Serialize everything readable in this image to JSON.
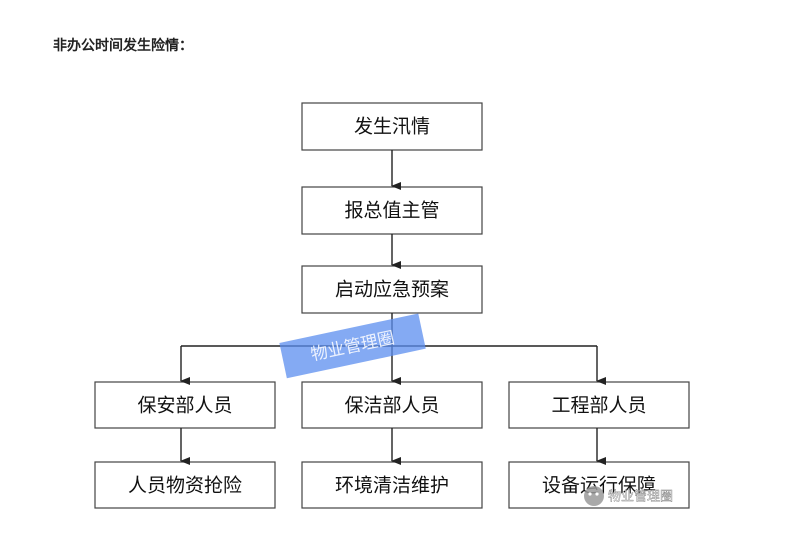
{
  "heading": "非办公时间发生险情：",
  "nodes": {
    "flood": "发生汛情",
    "report": "报总值主管",
    "plan": "启动应急预案",
    "security": "保安部人员",
    "cleaning": "保洁部人员",
    "engineering": "工程部人员",
    "rescue": "人员物资抢险",
    "environment": "环境清洁维护",
    "equipment": "设备运行保障"
  },
  "watermark": {
    "center_text": "物业管理圈",
    "corner_text": "物业管理圈",
    "center_color": "#5b8def"
  },
  "colors": {
    "box_border": "#444444",
    "arrow": "#222222"
  }
}
